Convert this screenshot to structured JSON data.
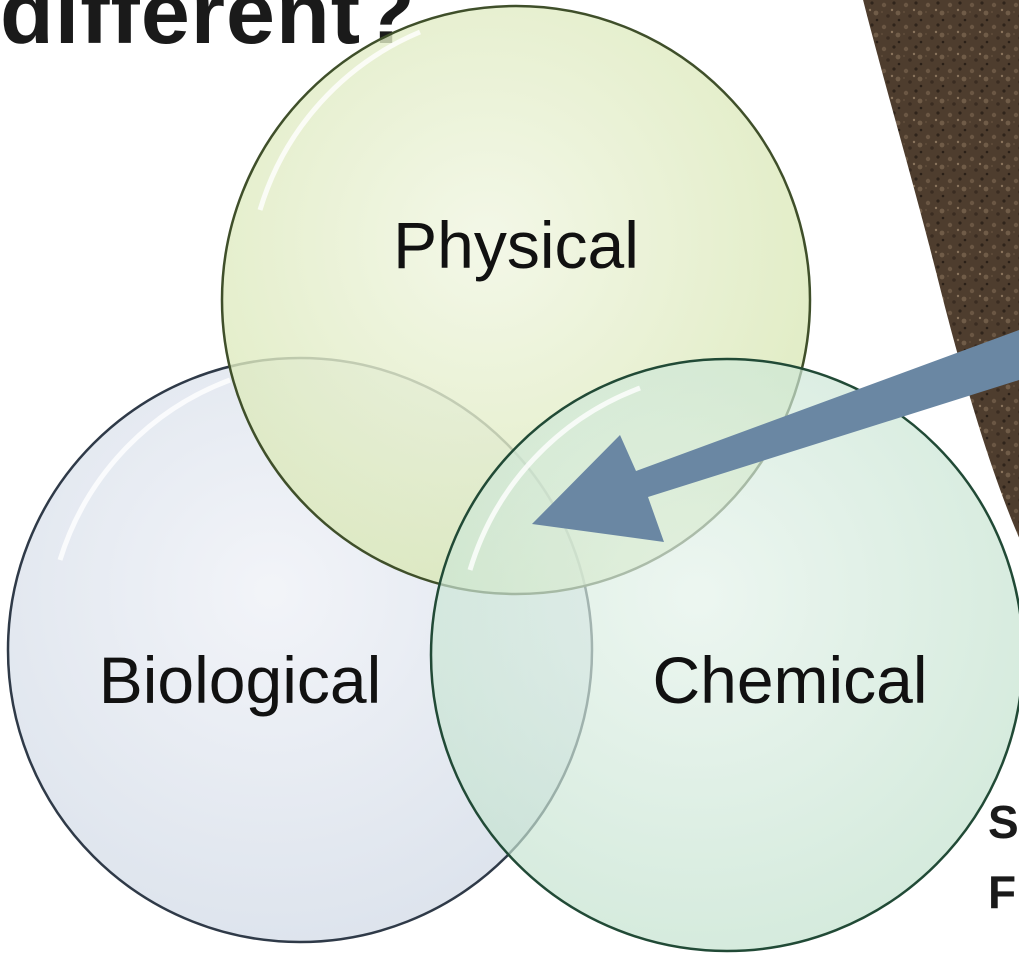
{
  "slide": {
    "title_fragment": "different?",
    "labels": {
      "physical": "Physical",
      "biological": "Biological",
      "chemical": "Chemical"
    },
    "cut_text_lines": [
      "S",
      "F"
    ]
  },
  "colors": {
    "physical_fill": "#e3ecc8",
    "physical_stroke": "#3f4f2a",
    "biological_fill": "#e4e9f1",
    "biological_stroke": "#2f3a48",
    "chemical_fill": "#cfe8da",
    "chemical_stroke": "#214a36",
    "arrow": "#6a87a3",
    "soil": "#4b3a2c"
  }
}
